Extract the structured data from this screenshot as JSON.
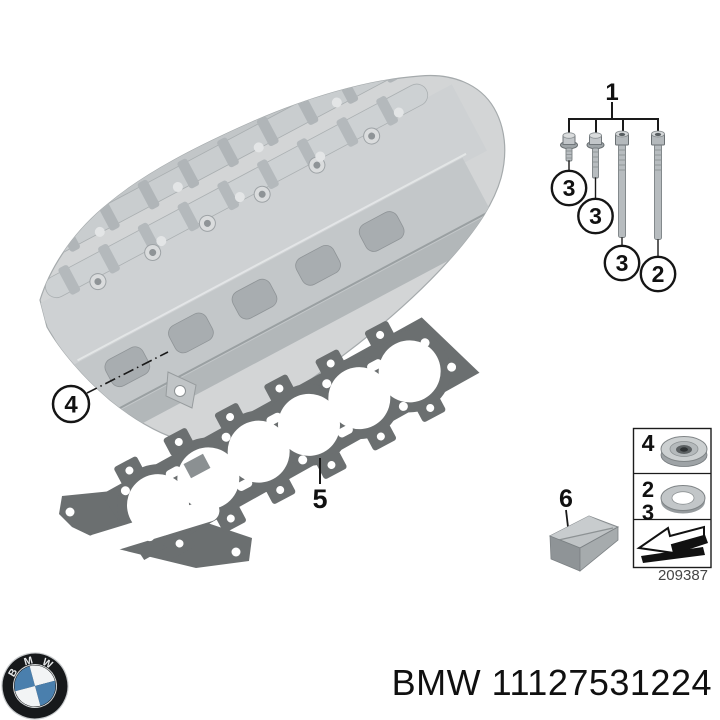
{
  "title": "BMW cylinder head parts diagram",
  "bolt_group": {
    "label": "1",
    "callouts": [
      "3",
      "3",
      "3",
      "2"
    ]
  },
  "callouts": {
    "head": "4",
    "gasket": "5",
    "kit_box": "6"
  },
  "legend": {
    "row1_label": "4",
    "row2_labels": [
      "2",
      "3"
    ],
    "code": "209387",
    "icons": [
      "screw-plug-icon",
      "washer-icon",
      "install-direction-arrow-icon"
    ]
  },
  "footer": {
    "text": "BMW 11127531224",
    "brand": "BMW",
    "part_number": "11127531224",
    "logo": {
      "letters": [
        "B",
        "M",
        "W"
      ]
    }
  },
  "colors": {
    "gasket": "#6b6f70",
    "metal_light": "#d2d5d6",
    "metal_mid": "#b7bcbf",
    "logo_blue": "#4a7fad",
    "logo_black": "#17191b",
    "line": "#1a1a1a"
  }
}
